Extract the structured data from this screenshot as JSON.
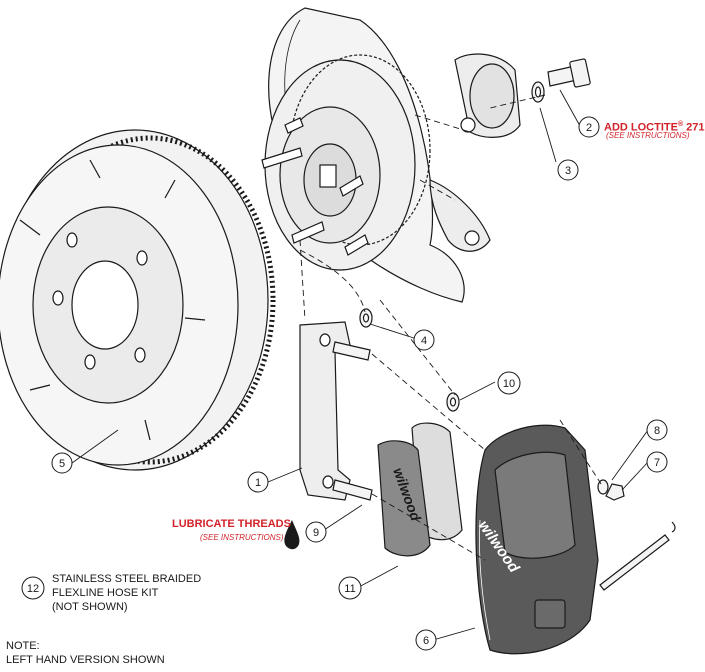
{
  "callouts": [
    {
      "num": "1"
    },
    {
      "num": "2"
    },
    {
      "num": "3"
    },
    {
      "num": "4"
    },
    {
      "num": "5"
    },
    {
      "num": "6"
    },
    {
      "num": "7"
    },
    {
      "num": "8"
    },
    {
      "num": "9"
    },
    {
      "num": "10"
    },
    {
      "num": "11"
    },
    {
      "num": "12"
    }
  ],
  "notes": {
    "loctite_main": "ADD LOCTITE",
    "loctite_reg": "®",
    "loctite_num": " 271",
    "loctite_sub": "(SEE INSTRUCTIONS)",
    "lube_main": "LUBRICATE THREADS",
    "lube_sub": "(SEE INSTRUCTIONS)",
    "hose_line1": "STAINLESS STEEL BRAIDED",
    "hose_line2": "FLEXLINE HOSE KIT",
    "hose_line3": "(NOT SHOWN)",
    "note_label": "NOTE:",
    "note_text": "LEFT HAND VERSION SHOWN"
  },
  "brand_text": "wilwood",
  "colors": {
    "accent_red": "#d2232a",
    "line": "#1a1a1a",
    "part_fill": "#f2f2f2",
    "caliper_fill": "#5a5a5a",
    "pad_fill": "#7a7a7a"
  }
}
